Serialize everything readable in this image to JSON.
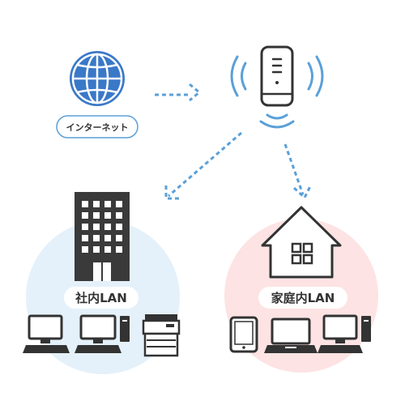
{
  "internet": {
    "label": "インターネット",
    "icon": "globe-icon"
  },
  "router": {
    "icon": "wifi-router-icon"
  },
  "office": {
    "label": "社内LAN",
    "icons": [
      "office-building-icon",
      "desktop-computer-icon",
      "desktop-computer-icon",
      "multifunction-printer-icon"
    ]
  },
  "home": {
    "label": "家庭内LAN",
    "icons": [
      "house-icon",
      "tablet-icon",
      "laptop-icon",
      "desktop-computer-icon"
    ]
  },
  "colors": {
    "accent_blue": "#5aa0d8",
    "globe_blue": "#3a78c8",
    "office_circle": "#e4f1fb",
    "home_circle": "#fde3e3",
    "device_dark": "#333333"
  }
}
